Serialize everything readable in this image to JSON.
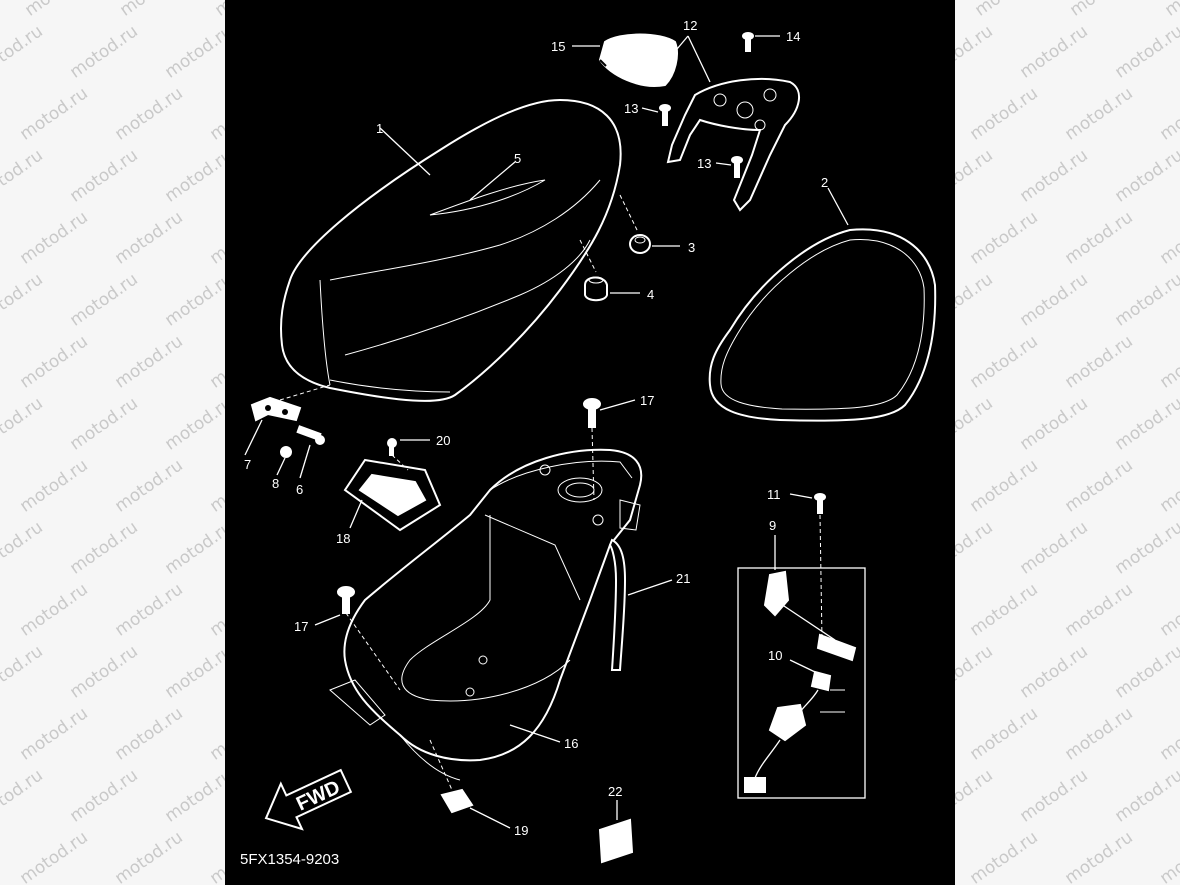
{
  "diagram": {
    "drawing_code": "5FX1354-9203",
    "fwd_label": "FWD",
    "watermark_text": "motod.ru",
    "callouts": {
      "c1": "1",
      "c2": "2",
      "c3": "3",
      "c4": "4",
      "c5": "5",
      "c6": "6",
      "c7": "7",
      "c8": "8",
      "c9": "9",
      "c10": "10",
      "c11": "11",
      "c12": "12",
      "c13a": "13",
      "c13b": "13",
      "c14": "14",
      "c15": "15",
      "c16": "16",
      "c17a": "17",
      "c17b": "17",
      "c18": "18",
      "c19": "19",
      "c20": "20",
      "c21": "21",
      "c22": "22"
    }
  },
  "colors": {
    "background": "#000000",
    "linework": "#ffffff",
    "page": "#f6f6f6",
    "watermark": "#c9c9c9"
  }
}
